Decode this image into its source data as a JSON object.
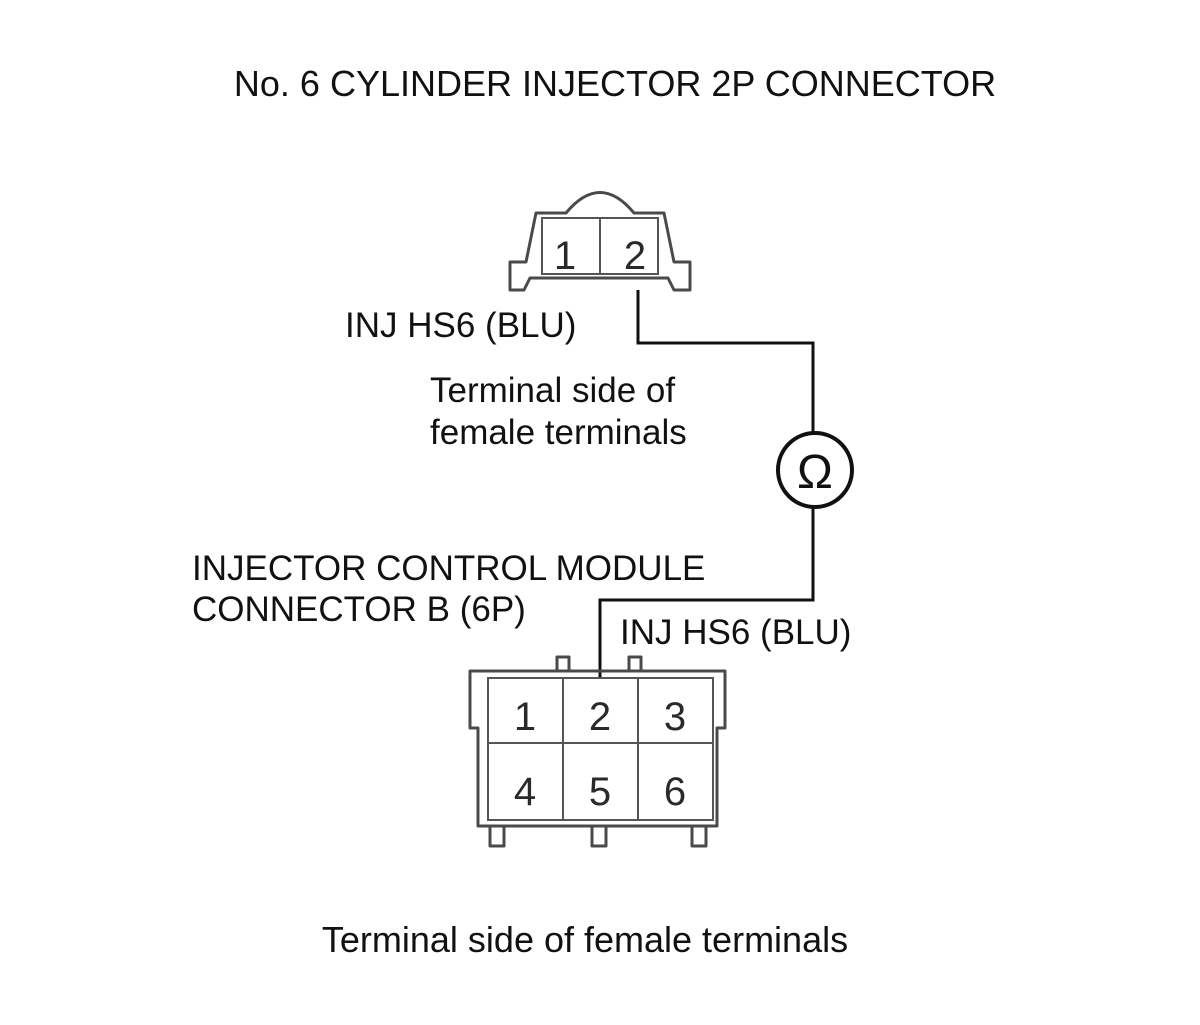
{
  "title": "No. 6 CYLINDER INJECTOR 2P CONNECTOR",
  "connector_2p": {
    "pins": [
      "1",
      "2"
    ],
    "wire_label": "INJ HS6 (BLU)",
    "view_note_line1": "Terminal side of",
    "view_note_line2": "female terminals"
  },
  "meter": {
    "symbol": "Ω",
    "icon": "ohmmeter-icon"
  },
  "connector_6p": {
    "name_line1": "INJECTOR CONTROL MODULE",
    "name_line2": "CONNECTOR B (6P)",
    "wire_label": "INJ HS6 (BLU)",
    "pins": [
      "1",
      "2",
      "3",
      "4",
      "5",
      "6"
    ]
  },
  "footer_note": "Terminal side of female terminals",
  "colors": {
    "ink": "#111111",
    "connector_outline": "#4a4a4a"
  }
}
